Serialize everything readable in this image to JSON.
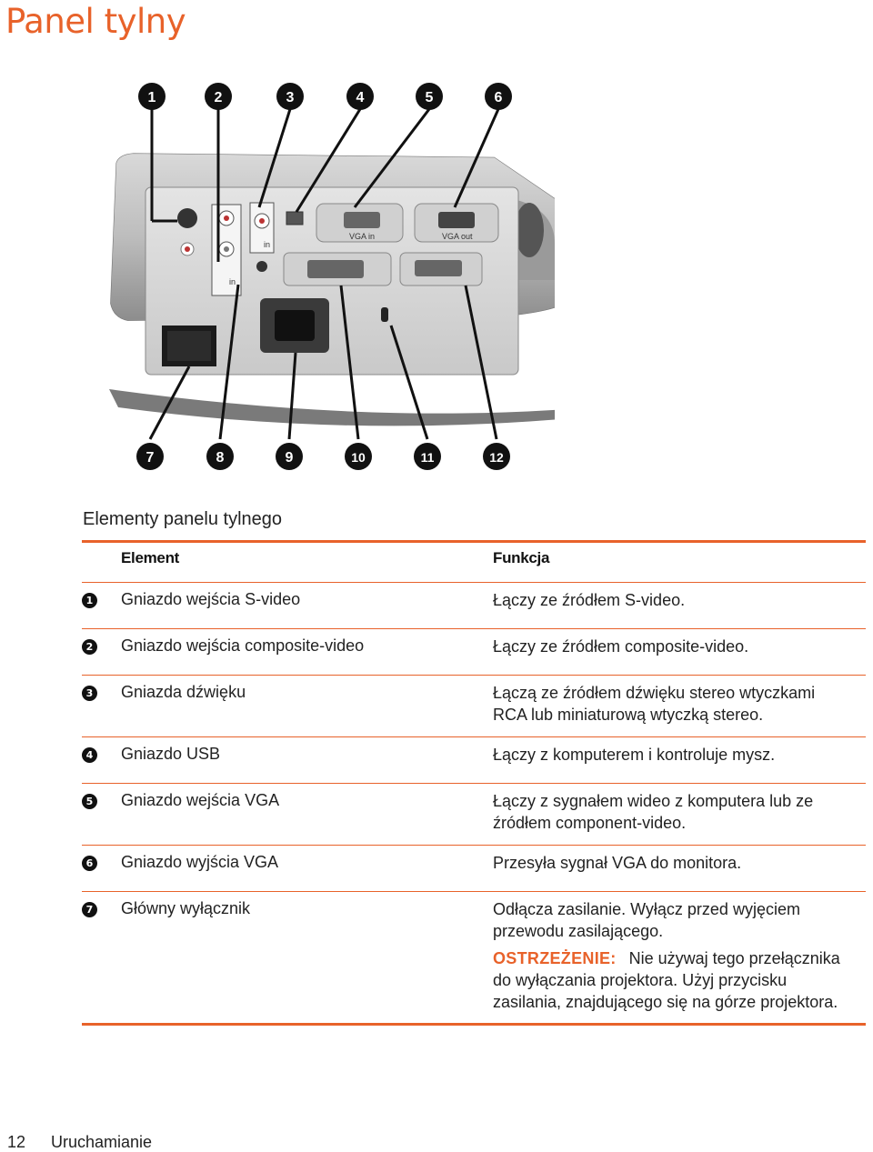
{
  "page": {
    "title": "Panel tylny",
    "caption": "Elementy panelu tylnego",
    "footer": {
      "page_number": "12",
      "section": "Uruchamianie"
    }
  },
  "figure": {
    "callouts_top": [
      "1",
      "2",
      "3",
      "4",
      "5",
      "6"
    ],
    "callouts_bottom": [
      "7",
      "8",
      "9",
      "10",
      "11",
      "12"
    ],
    "port_labels": {
      "vga_in": "VGA in",
      "vga_out": "VGA out",
      "audio_in": "in"
    }
  },
  "table": {
    "headers": {
      "element": "Element",
      "function": "Funkcja"
    },
    "rows": [
      {
        "num": "1",
        "element": "Gniazdo wejścia S-video",
        "function": [
          "Łączy ze źródłem S-video."
        ]
      },
      {
        "num": "2",
        "element": "Gniazdo wejścia composite-video",
        "function": [
          "Łączy ze źródłem composite-video."
        ]
      },
      {
        "num": "3",
        "element": "Gniazda dźwięku",
        "function": [
          "Łączą ze źródłem dźwięku stereo wtyczkami",
          "RCA lub miniaturową wtyczką stereo."
        ]
      },
      {
        "num": "4",
        "element": "Gniazdo USB",
        "function": [
          "Łączy z komputerem i kontroluje mysz."
        ]
      },
      {
        "num": "5",
        "element": "Gniazdo wejścia VGA",
        "function": [
          "Łączy z sygnałem wideo z komputera lub ze",
          "źródłem component-video."
        ]
      },
      {
        "num": "6",
        "element": "Gniazdo wyjścia VGA",
        "function": [
          "Przesyła sygnał VGA do monitora."
        ]
      },
      {
        "num": "7",
        "element": "Główny wyłącznik",
        "function": [
          "Odłącza zasilanie. Wyłącz przed wyjęciem",
          "przewodu zasilającego."
        ],
        "warning": {
          "label": "OSTRZEŻENIE:",
          "text": [
            "Nie używaj tego przełącznika",
            "do wyłączania projektora. Użyj przycisku",
            "zasilania, znajdującego się na górze projektora."
          ]
        }
      }
    ]
  },
  "colors": {
    "accent": "#e8622a",
    "text": "#222222"
  }
}
